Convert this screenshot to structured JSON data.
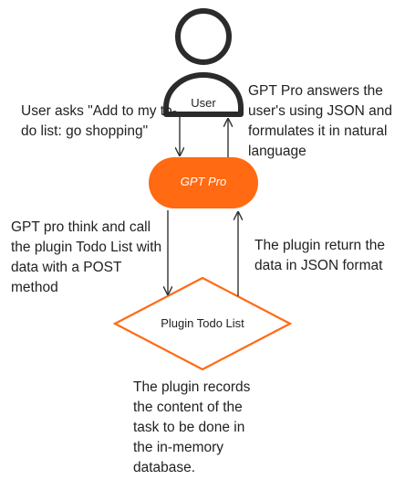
{
  "nodes": {
    "user": {
      "label": "User",
      "icon": "user-icon"
    },
    "gpt": {
      "label": "GPT Pro",
      "color": "#ff6a13"
    },
    "plugin": {
      "label": "Plugin Todo List",
      "border_color": "#ff6a13"
    }
  },
  "edges": {
    "user_to_gpt": "User asks \"Add to my to-do list: go shopping\"",
    "gpt_to_user": "GPT Pro answers the user's using JSON and formulates it in natural language",
    "gpt_to_plugin": "GPT pro think and call the plugin Todo List with data with a POST method",
    "plugin_to_gpt": "The plugin return the data in JSON format"
  },
  "plugin_note": "The plugin records the content of the task to be done in the in-memory database.",
  "colors": {
    "accent": "#ff6a13",
    "line": "#333333",
    "text": "#222222"
  }
}
